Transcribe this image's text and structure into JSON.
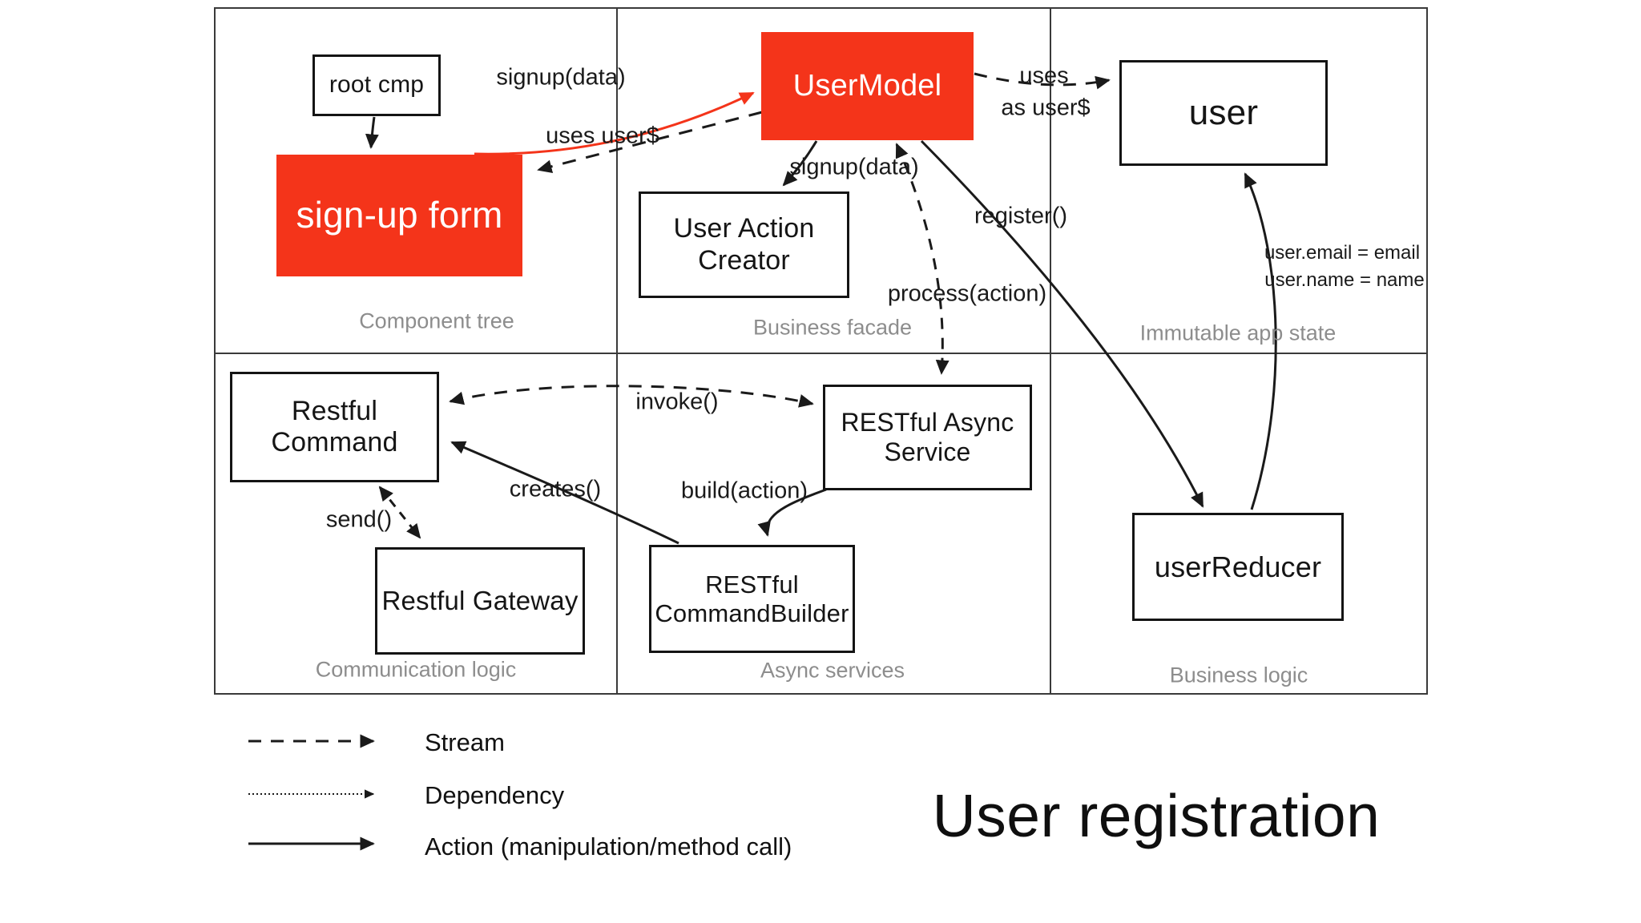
{
  "title": "User registration",
  "colors": {
    "accent_red": "#f4341a",
    "line": "#1a1a1a",
    "panel_label_gray": "#8d8d8d"
  },
  "panels": {
    "component_tree": "Component tree",
    "business_facade": "Business facade",
    "immutable_app_state": "Immutable app state",
    "communication_logic": "Communication logic",
    "async_services": "Async services",
    "business_logic": "Business logic"
  },
  "nodes": {
    "root_cmp": "root cmp",
    "signup_form": "sign-up form",
    "user_model": "UserModel",
    "user_action_creator": "User Action Creator",
    "user": "user",
    "restful_command": "Restful Command",
    "restful_gateway": "Restful Gateway",
    "restful_async_service": "RESTful Async Service",
    "restful_command_builder": "RESTful CommandBuilder",
    "user_reducer": "userReducer"
  },
  "edge_labels": {
    "signup_data_form": "signup(data)",
    "uses_user_stream": "uses user$",
    "uses": "uses",
    "as_user_stream": "as user$",
    "signup_data_action": "signup(data)",
    "register": "register()",
    "process_action": "process(action)",
    "invoke": "invoke()",
    "creates": "creates()",
    "build_action": "build(action)",
    "send": "send()",
    "assign_email": "user.email = email",
    "assign_name": "user.name = name"
  },
  "legend": {
    "stream": "Stream",
    "dependency": "Dependency",
    "action": "Action (manipulation/method call)"
  }
}
